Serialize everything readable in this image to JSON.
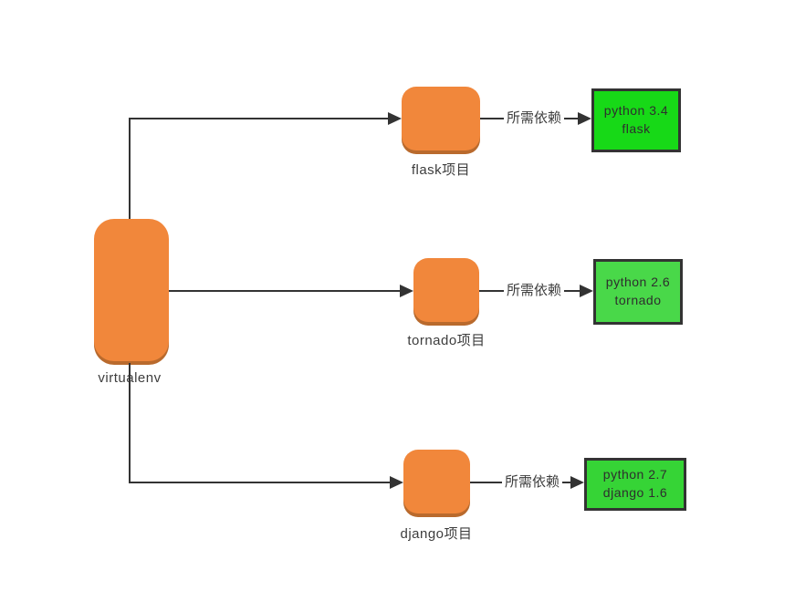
{
  "colors": {
    "orange": "#F1873B",
    "orange_shadow": "#B96A2D",
    "green_flask": "#17D917",
    "green_tornado": "#49D849",
    "green_django": "#36D436",
    "line": "#333333",
    "text": "#3D3D3D"
  },
  "root": {
    "label": "virtualenv"
  },
  "branches": [
    {
      "name": "flask",
      "node_label": "flask项目",
      "edge_label": "所需依赖",
      "dep_line1": "python 3.4",
      "dep_line2": "flask"
    },
    {
      "name": "tornado",
      "node_label": "tornado项目",
      "edge_label": "所需依赖",
      "dep_line1": "python 2.6",
      "dep_line2": "tornado"
    },
    {
      "name": "django",
      "node_label": "django项目",
      "edge_label": "所需依赖",
      "dep_line1": "python 2.7",
      "dep_line2": "django 1.6"
    }
  ]
}
